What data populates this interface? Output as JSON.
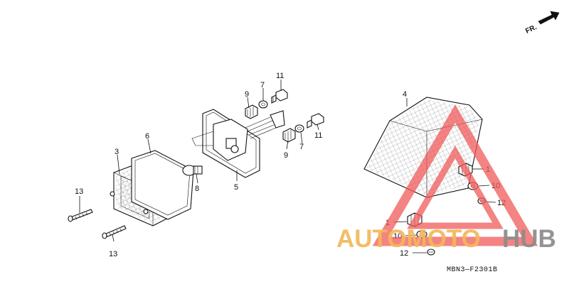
{
  "diagram": {
    "orientation_label": "FR.",
    "drawing_code": "MBN3—F2301B",
    "callouts": {
      "c1a": "1",
      "c1b": "1",
      "c3": "3",
      "c4": "4",
      "c5": "5",
      "c6": "6",
      "c7a": "7",
      "c7b": "7",
      "c8": "8",
      "c9a": "9",
      "c9b": "9",
      "c10a": "10",
      "c10b": "10",
      "c11a": "11",
      "c11b": "11",
      "c12a": "12",
      "c12b": "12",
      "c13a": "13",
      "c13b": "13"
    }
  },
  "watermark": {
    "word_part1": "AUTOMOTO",
    "word_part2": "HUB",
    "colors": {
      "triangle": "#f15a5a",
      "text_orange": "#f3b85a",
      "text_grey": "#8c8c8c"
    }
  }
}
